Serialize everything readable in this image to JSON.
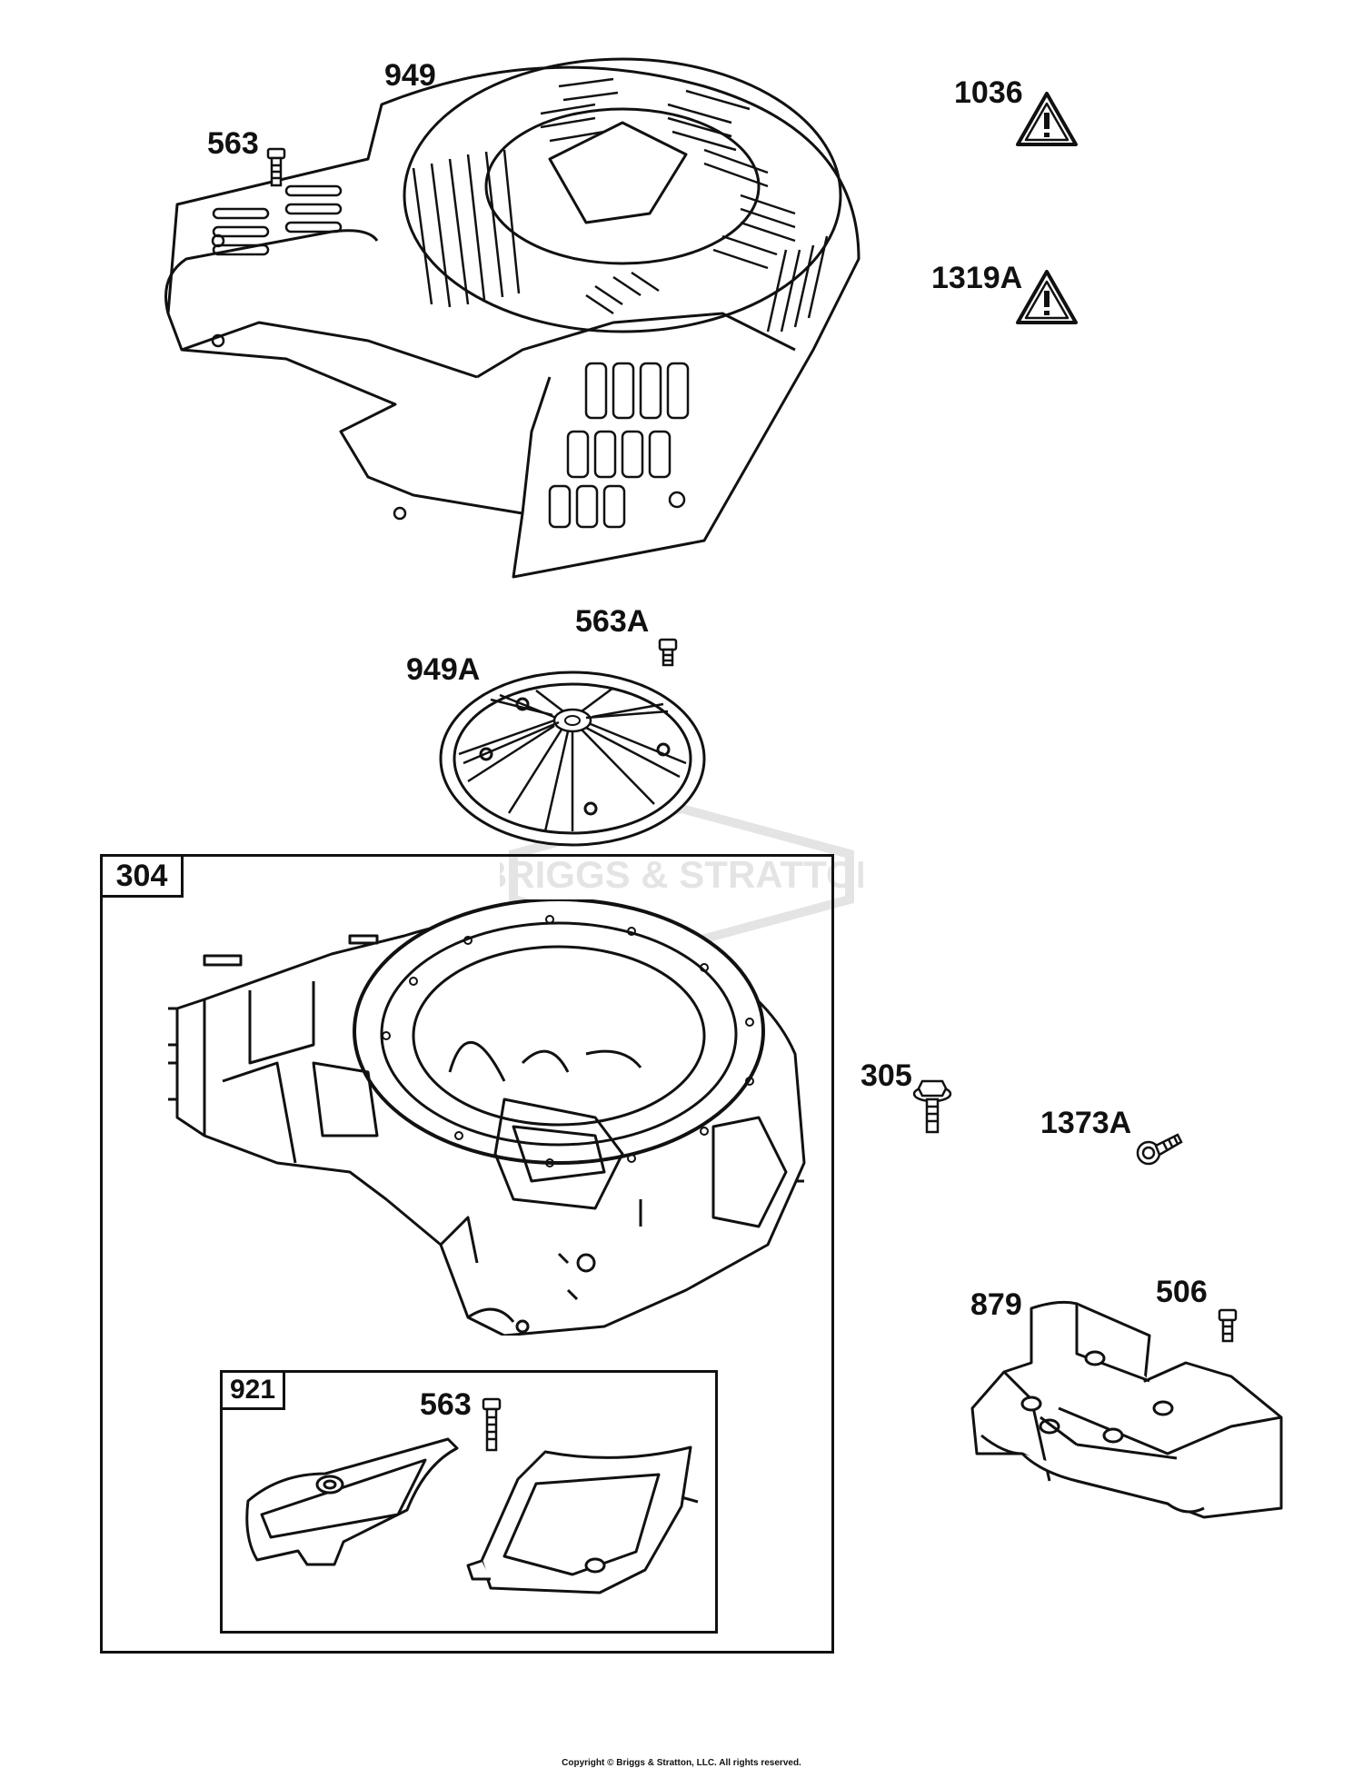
{
  "labels": {
    "p949": "949",
    "p563_top": "563",
    "p1036": "1036",
    "p1319A": "1319A",
    "p563A": "563A",
    "p949A": "949A",
    "p304": "304",
    "p305": "305",
    "p1373A": "1373A",
    "p879": "879",
    "p506": "506",
    "p921": "921",
    "p563_inner": "563"
  },
  "watermark": {
    "text": "BRIGGS & STRATTON"
  },
  "copyright": "Copyright © Briggs & Stratton, LLC. All rights reserved.",
  "colors": {
    "line": "#111111",
    "warning_fill": "#ffffff"
  }
}
